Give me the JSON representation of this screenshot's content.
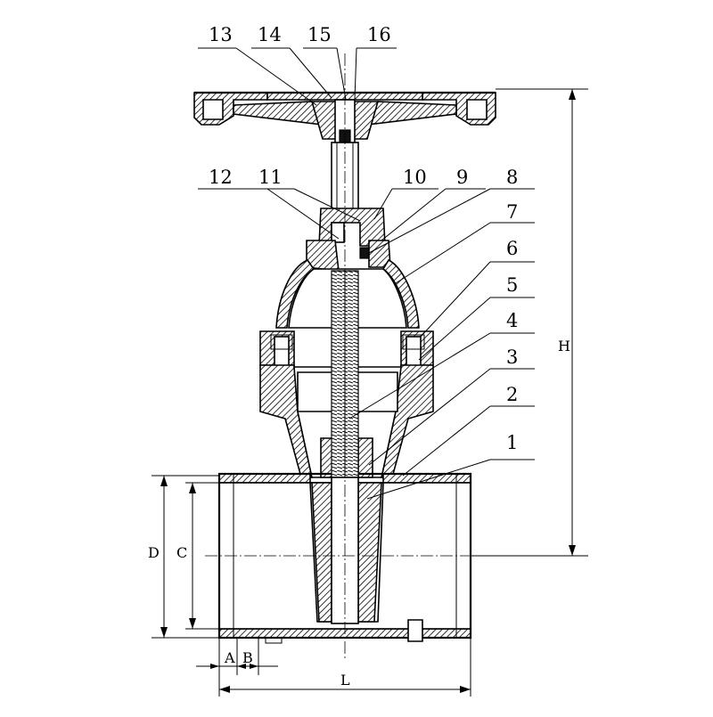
{
  "drawing": {
    "part_numbers": [
      "1",
      "2",
      "3",
      "4",
      "5",
      "6",
      "7",
      "8",
      "9",
      "10",
      "11",
      "12",
      "13",
      "14",
      "15",
      "16"
    ],
    "dimensions": {
      "H": "H",
      "D": "D",
      "C": "C",
      "L": "L",
      "A": "A",
      "B": "B"
    }
  }
}
